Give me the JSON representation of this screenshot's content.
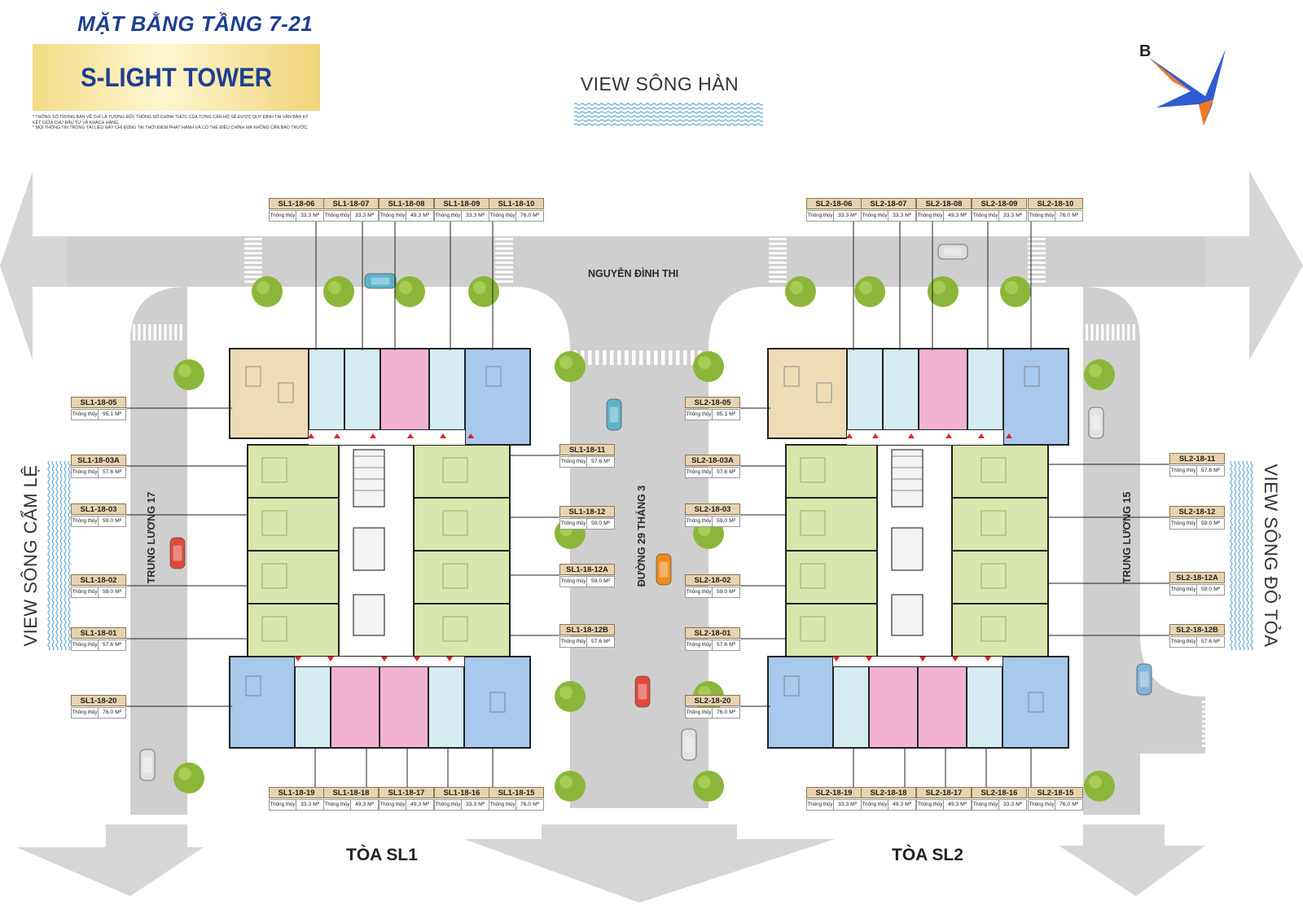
{
  "header": {
    "title": "MẶT BẰNG TẦNG 7-21",
    "project": "S-LIGHT TOWER",
    "notes": [
      "* Thông số trong bản vẽ chỉ là tương đối, thông số chính thức của từng căn hộ sẽ được quy định tại văn bản ký kết giữa chủ đầu tư và khách hàng.",
      "* Mọi thông tin trong tài liệu này chỉ đúng tại thời điểm phát hành và có thể điều chỉnh mà không cần báo trước."
    ]
  },
  "logo": {
    "letter": "B",
    "icon": "star-compass-icon"
  },
  "views": {
    "top": "VIEW SÔNG HÀN",
    "left": "VIEW SÔNG CẨM LỆ",
    "right": "VIEW SÔNG ĐÔ TỎA"
  },
  "streets": {
    "top": "NGUYỄN ĐÌNH THI",
    "middle": "ĐƯỜNG 29 THÁNG 3",
    "left": "TRUNG LƯƠNG 17",
    "right": "TRUNG LƯƠNG 15"
  },
  "towers": [
    {
      "name": "TÒA SL1",
      "units": [
        {
          "code": "SL1-18-06",
          "label": "Thông thủy",
          "area": "33.3 M²",
          "color": "cyan"
        },
        {
          "code": "SL1-18-07",
          "label": "Thông thủy",
          "area": "33.3 M²",
          "color": "cyan"
        },
        {
          "code": "SL1-18-08",
          "label": "Thông thủy",
          "area": "49.3 M²",
          "color": "pink"
        },
        {
          "code": "SL1-18-09",
          "label": "Thông thủy",
          "area": "33.3 M²",
          "color": "cyan"
        },
        {
          "code": "SL1-18-10",
          "label": "Thông thủy",
          "area": "76.0 M²",
          "color": "blue"
        },
        {
          "code": "SL1-18-05",
          "label": "Thông thủy",
          "area": "95.1 M²",
          "color": "beige"
        },
        {
          "code": "SL1-18-03A",
          "label": "Thông thủy",
          "area": "57.6 M²",
          "color": "green"
        },
        {
          "code": "SL1-18-03",
          "label": "Thông thủy",
          "area": "59.0 M²",
          "color": "green"
        },
        {
          "code": "SL1-18-02",
          "label": "Thông thủy",
          "area": "59.0 M²",
          "color": "green"
        },
        {
          "code": "SL1-18-01",
          "label": "Thông thủy",
          "area": "57.6 M²",
          "color": "green"
        },
        {
          "code": "SL1-18-20",
          "label": "Thông thủy",
          "area": "76.0 M²",
          "color": "blue"
        },
        {
          "code": "SL1-18-11",
          "label": "Thông thủy",
          "area": "57.6 M²",
          "color": "green"
        },
        {
          "code": "SL1-18-12",
          "label": "Thông thủy",
          "area": "59.0 M²",
          "color": "green"
        },
        {
          "code": "SL1-18-12A",
          "label": "Thông thủy",
          "area": "59.0 M²",
          "color": "green"
        },
        {
          "code": "SL1-18-12B",
          "label": "Thông thủy",
          "area": "57.6 M²",
          "color": "green"
        },
        {
          "code": "SL1-18-19",
          "label": "Thông thủy",
          "area": "33.3 M²",
          "color": "cyan"
        },
        {
          "code": "SL1-18-18",
          "label": "Thông thủy",
          "area": "49.3 M²",
          "color": "pink"
        },
        {
          "code": "SL1-18-17",
          "label": "Thông thủy",
          "area": "49.3 M²",
          "color": "pink"
        },
        {
          "code": "SL1-18-16",
          "label": "Thông thủy",
          "area": "33.3 M²",
          "color": "cyan"
        },
        {
          "code": "SL1-18-15",
          "label": "Thông thủy",
          "area": "76.0 M²",
          "color": "blue"
        }
      ]
    },
    {
      "name": "TÒA SL2",
      "units": [
        {
          "code": "SL2-18-06",
          "label": "Thông thủy",
          "area": "33.3 M²",
          "color": "cyan"
        },
        {
          "code": "SL2-18-07",
          "label": "Thông thủy",
          "area": "33.3 M²",
          "color": "cyan"
        },
        {
          "code": "SL2-18-08",
          "label": "Thông thủy",
          "area": "49.3 M²",
          "color": "pink"
        },
        {
          "code": "SL2-18-09",
          "label": "Thông thủy",
          "area": "33.3 M²",
          "color": "cyan"
        },
        {
          "code": "SL2-18-10",
          "label": "Thông thủy",
          "area": "76.0 M²",
          "color": "blue"
        },
        {
          "code": "SL2-18-05",
          "label": "Thông thủy",
          "area": "95.1 M²",
          "color": "beige"
        },
        {
          "code": "SL2-18-03A",
          "label": "Thông thủy",
          "area": "57.6 M²",
          "color": "green"
        },
        {
          "code": "SL2-18-03",
          "label": "Thông thủy",
          "area": "59.0 M²",
          "color": "green"
        },
        {
          "code": "SL2-18-02",
          "label": "Thông thủy",
          "area": "59.0 M²",
          "color": "green"
        },
        {
          "code": "SL2-18-01",
          "label": "Thông thủy",
          "area": "57.6 M²",
          "color": "green"
        },
        {
          "code": "SL2-18-20",
          "label": "Thông thủy",
          "area": "76.0 M²",
          "color": "blue"
        },
        {
          "code": "SL2-18-11",
          "label": "Thông thủy",
          "area": "57.6 M²",
          "color": "green"
        },
        {
          "code": "SL2-18-12",
          "label": "Thông thủy",
          "area": "59.0 M²",
          "color": "green"
        },
        {
          "code": "SL2-18-12A",
          "label": "Thông thủy",
          "area": "59.0 M²",
          "color": "green"
        },
        {
          "code": "SL2-18-12B",
          "label": "Thông thủy",
          "area": "57.6 M²",
          "color": "green"
        },
        {
          "code": "SL2-18-19",
          "label": "Thông thủy",
          "area": "33.3 M²",
          "color": "cyan"
        },
        {
          "code": "SL2-18-18",
          "label": "Thông thủy",
          "area": "49.3 M²",
          "color": "pink"
        },
        {
          "code": "SL2-18-17",
          "label": "Thông thủy",
          "area": "49.3 M²",
          "color": "pink"
        },
        {
          "code": "SL2-18-16",
          "label": "Thông thủy",
          "area": "33.3 M²",
          "color": "cyan"
        },
        {
          "code": "SL2-18-15",
          "label": "Thông thủy",
          "area": "76.0 M²",
          "color": "blue"
        }
      ]
    }
  ],
  "palette": {
    "road": "#cfcfcf",
    "tree": "#8bb63a",
    "wave": "#5aa6d9",
    "beige": "#efdcb6",
    "cyan": "#d5ecf4",
    "pink": "#f2b3d3",
    "blue": "#a8c8ec",
    "green": "#d9e6ad",
    "core": "#ffffff"
  }
}
